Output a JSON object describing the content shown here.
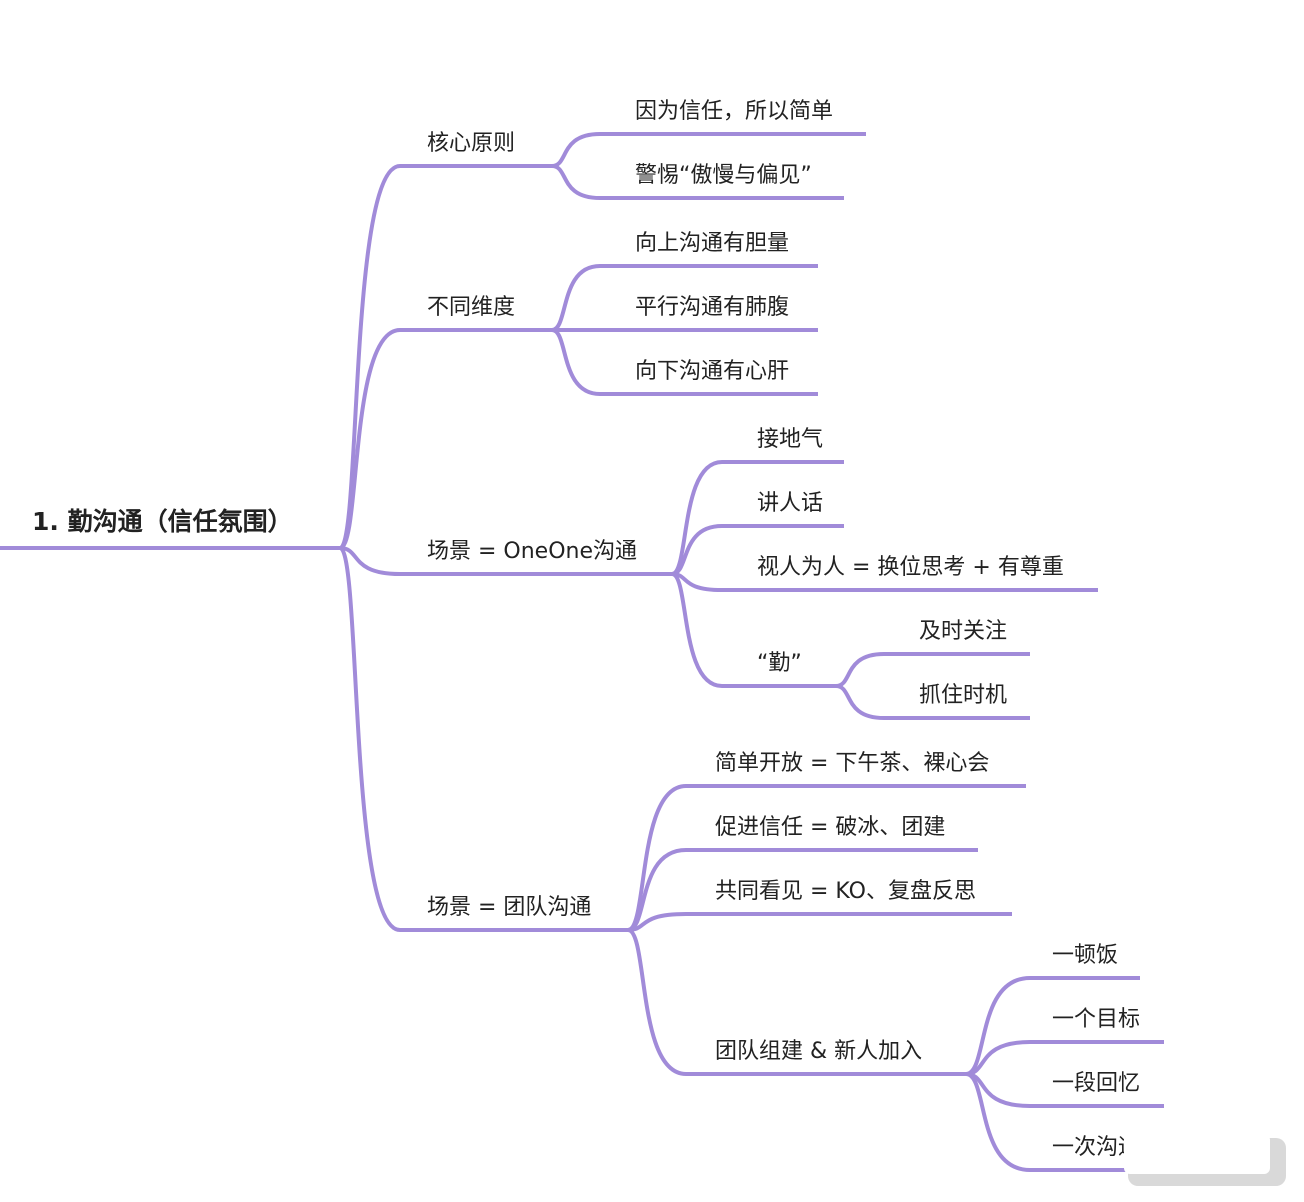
{
  "colors": {
    "edge": "#a18bd9",
    "text": "#222222",
    "background": "#ffffff"
  },
  "root": {
    "label": "1. 勤沟通（信任氛围）"
  },
  "nodes": [
    {
      "label": "核心原则",
      "children": [
        {
          "label": "因为信任，所以简单"
        },
        {
          "label": "警惕“傲慢与偏见”"
        }
      ]
    },
    {
      "label": "不同维度",
      "children": [
        {
          "label": "向上沟通有胆量"
        },
        {
          "label": "平行沟通有肺腹"
        },
        {
          "label": "向下沟通有心肝"
        }
      ]
    },
    {
      "label": "场景 = OneOne沟通",
      "children": [
        {
          "label": "接地气"
        },
        {
          "label": "讲人话"
        },
        {
          "label": "视人为人 = 换位思考 + 有尊重"
        },
        {
          "label": "“勤”",
          "children": [
            {
              "label": "及时关注"
            },
            {
              "label": "抓住时机"
            }
          ]
        }
      ]
    },
    {
      "label": "场景 = 团队沟通",
      "children": [
        {
          "label": "简单开放 = 下午茶、裸心会"
        },
        {
          "label": "促进信任 = 破冰、团建"
        },
        {
          "label": "共同看见 = KO、复盘反思"
        },
        {
          "label": "团队组建 & 新人加入",
          "children": [
            {
              "label": "一顿饭"
            },
            {
              "label": "一个目标"
            },
            {
              "label": "一段回忆"
            },
            {
              "label": "一次沟通"
            }
          ]
        }
      ]
    }
  ]
}
